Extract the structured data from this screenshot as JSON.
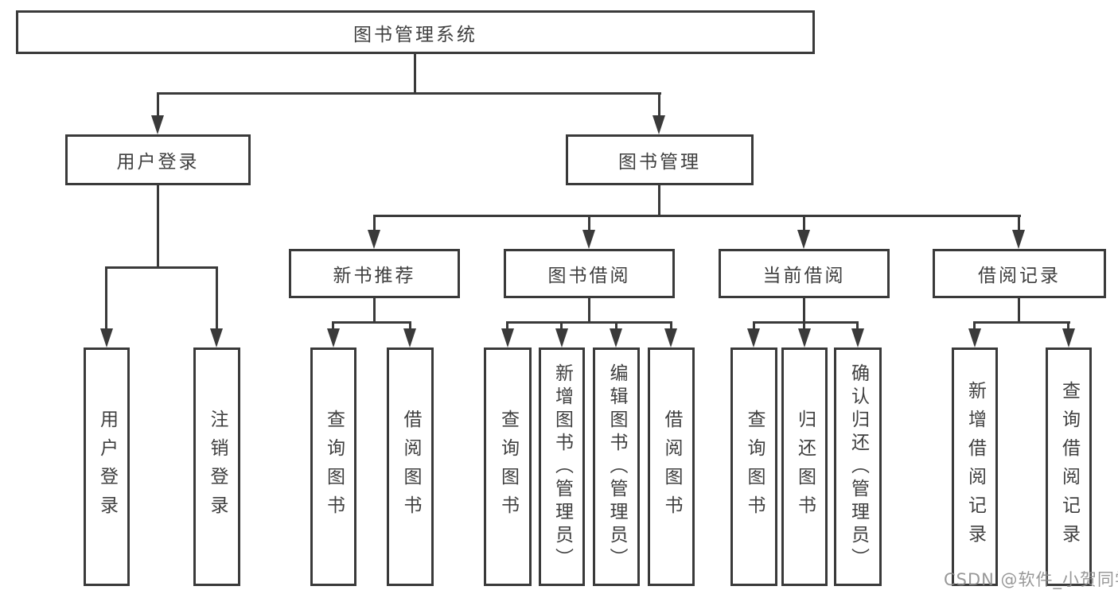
{
  "diagram": {
    "root": {
      "label": "图书管理系统",
      "children": [
        {
          "label": "用户登录",
          "children": [
            {
              "label": "用户登录"
            },
            {
              "label": "注销登录"
            }
          ]
        },
        {
          "label": "图书管理",
          "children": [
            {
              "label": "新书推荐",
              "children": [
                {
                  "label": "查询图书"
                },
                {
                  "label": "借阅图书"
                }
              ]
            },
            {
              "label": "图书借阅",
              "children": [
                {
                  "label": "查询图书"
                },
                {
                  "label": "新增图书（管理员）"
                },
                {
                  "label": "编辑图书（管理员）"
                },
                {
                  "label": "借阅图书"
                }
              ]
            },
            {
              "label": "当前借阅",
              "children": [
                {
                  "label": "查询图书"
                },
                {
                  "label": "归还图书"
                },
                {
                  "label": "确认归还（管理员）"
                }
              ]
            },
            {
              "label": "借阅记录",
              "children": [
                {
                  "label": "新增借阅记录"
                },
                {
                  "label": "查询借阅记录"
                }
              ]
            }
          ]
        }
      ]
    },
    "colors": {
      "line": "#3a3a3a",
      "text": "#3f3f3f",
      "background": "#ffffff",
      "watermark": "#8a8a8a"
    }
  },
  "watermark": {
    "text": "CSDN @软件_小贺同学"
  }
}
